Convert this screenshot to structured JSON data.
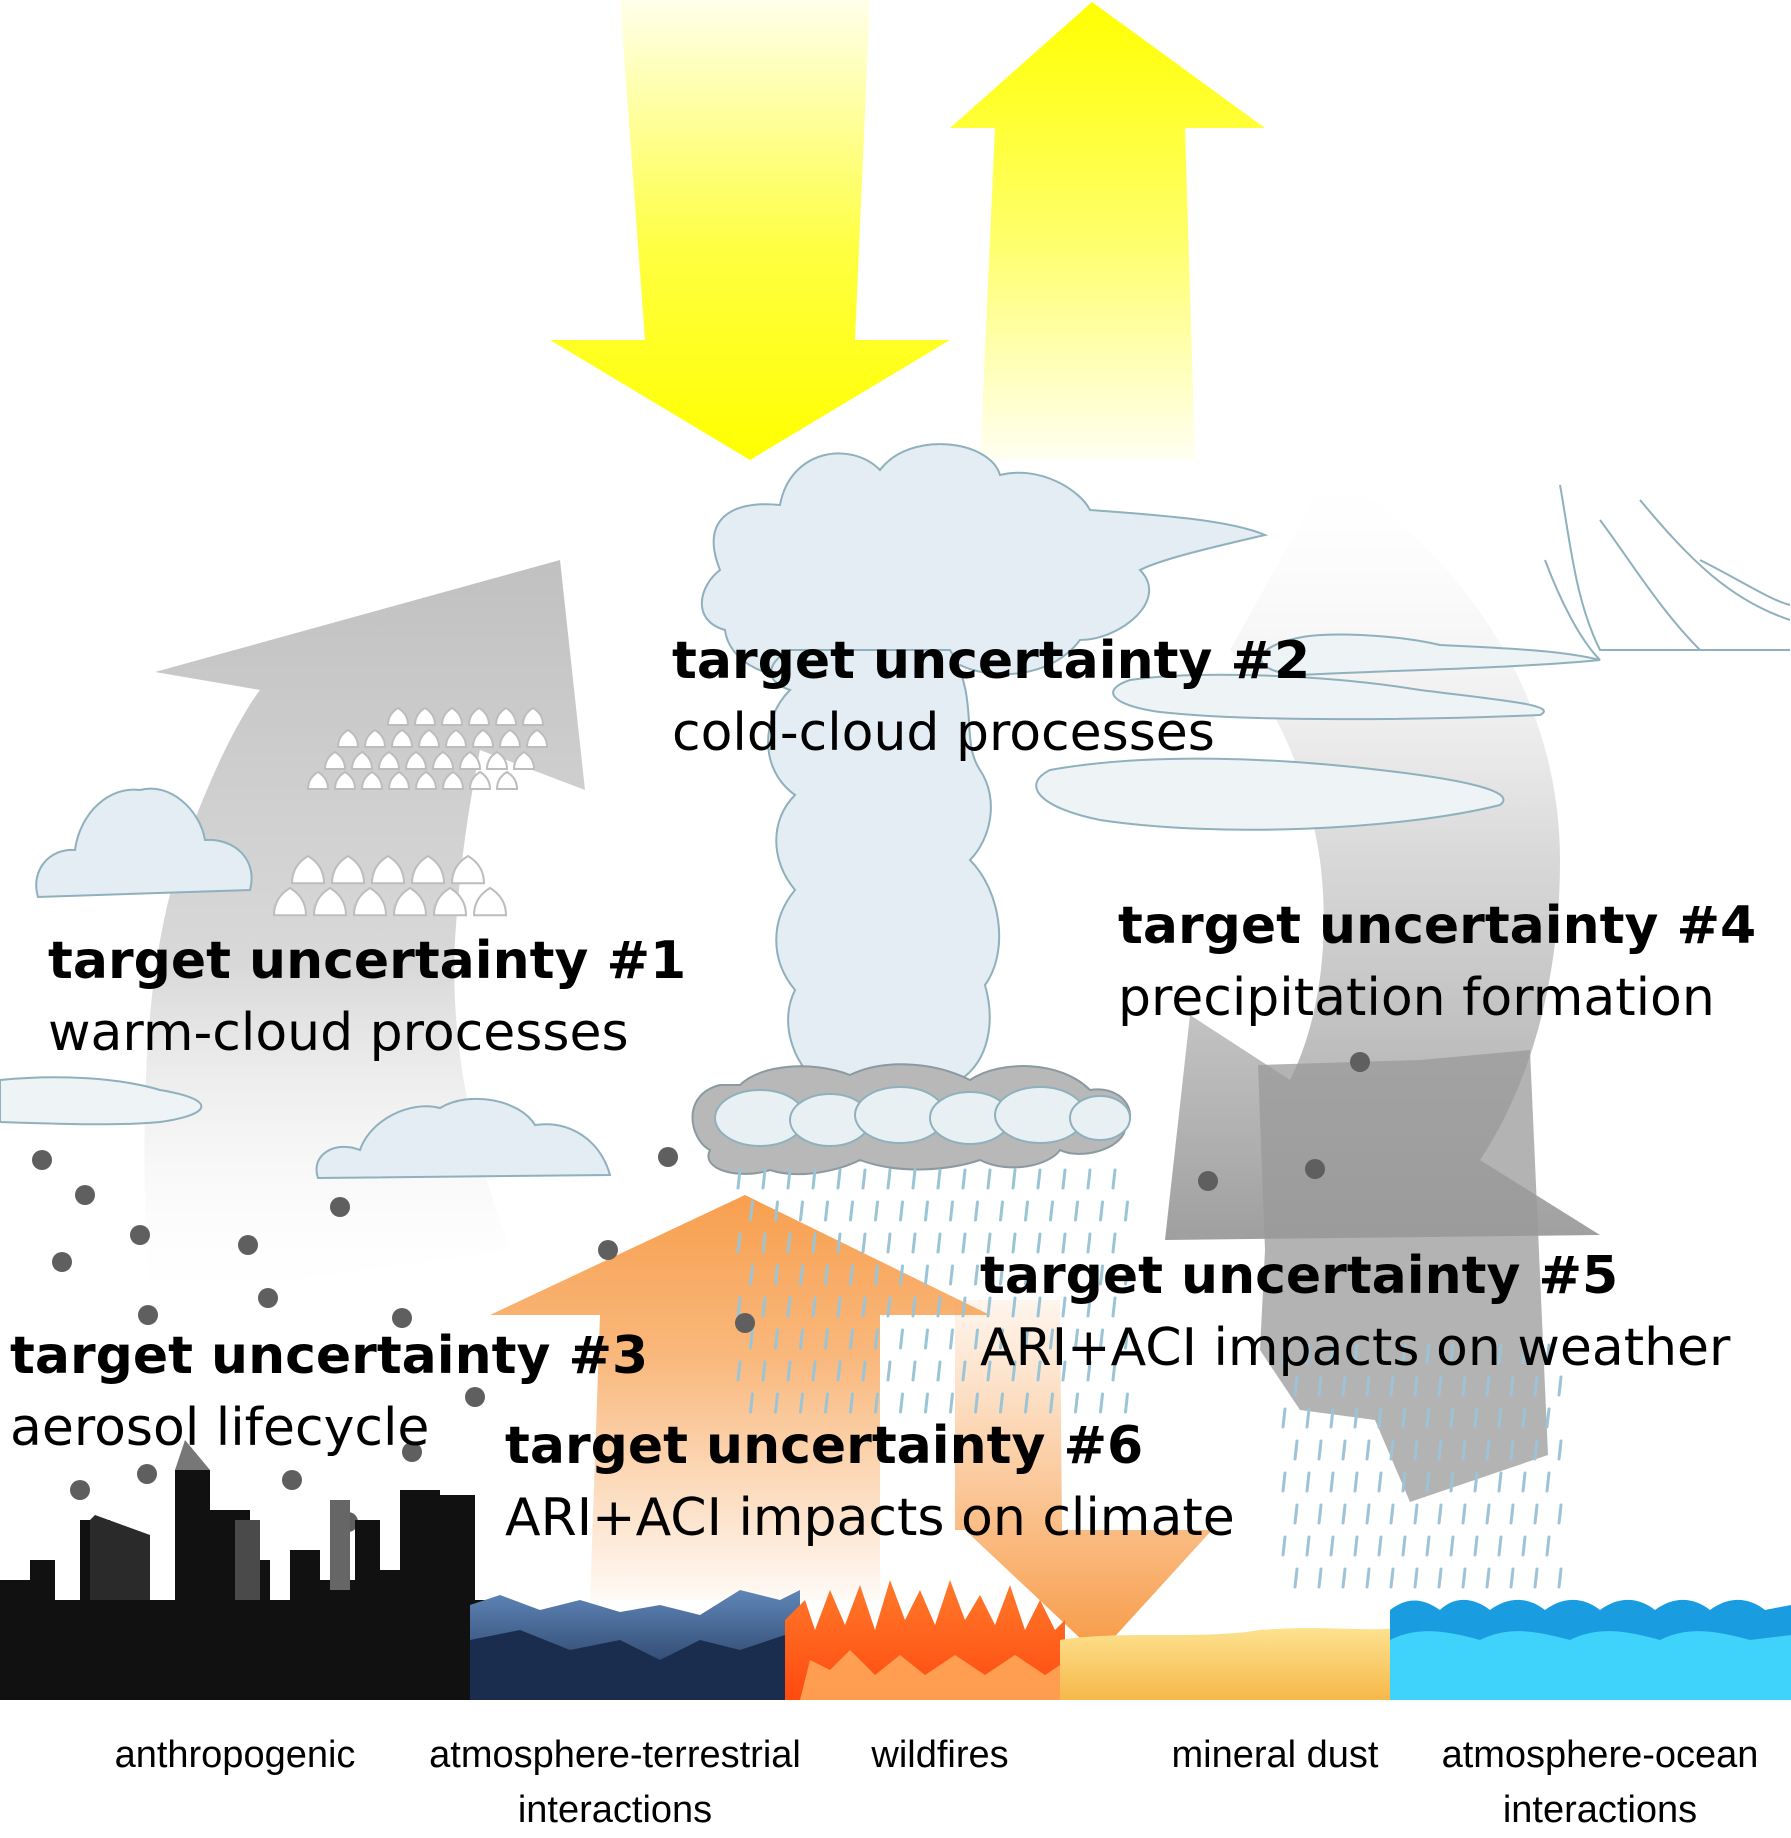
{
  "targets": [
    {
      "title": "target uncertainty #1",
      "subtitle": "warm-cloud processes"
    },
    {
      "title": "target uncertainty #2",
      "subtitle": "cold-cloud processes"
    },
    {
      "title": "target uncertainty #3",
      "subtitle": "aerosol lifecycle"
    },
    {
      "title": "target uncertainty #4",
      "subtitle": "precipitation formation"
    },
    {
      "title": "target uncertainty #5",
      "subtitle": "ARI+ACI impacts on weather"
    },
    {
      "title": "target uncertainty #6",
      "subtitle": "ARI+ACI impacts on climate"
    }
  ],
  "sources": [
    {
      "line1": "anthropogenic",
      "line2": ""
    },
    {
      "line1": "atmosphere-terrestrial",
      "line2": "interactions"
    },
    {
      "line1": "wildfires",
      "line2": ""
    },
    {
      "line1": "mineral dust",
      "line2": ""
    },
    {
      "line1": "atmosphere-ocean",
      "line2": "interactions"
    }
  ],
  "colors": {
    "sunlight": "#ffff00",
    "circulation_arrow": "#c8c8c8",
    "heat_arrow": "#f7a050",
    "cloud_fill": "#e3edf3",
    "cloud_edge": "#8fb0bd",
    "aerosol_dot": "#5f5f5f",
    "city": "#111111",
    "forest": "#1f3558",
    "fire": "#ff5a1f",
    "dust": "#f6c35a",
    "ocean": "#2bc7f5"
  }
}
